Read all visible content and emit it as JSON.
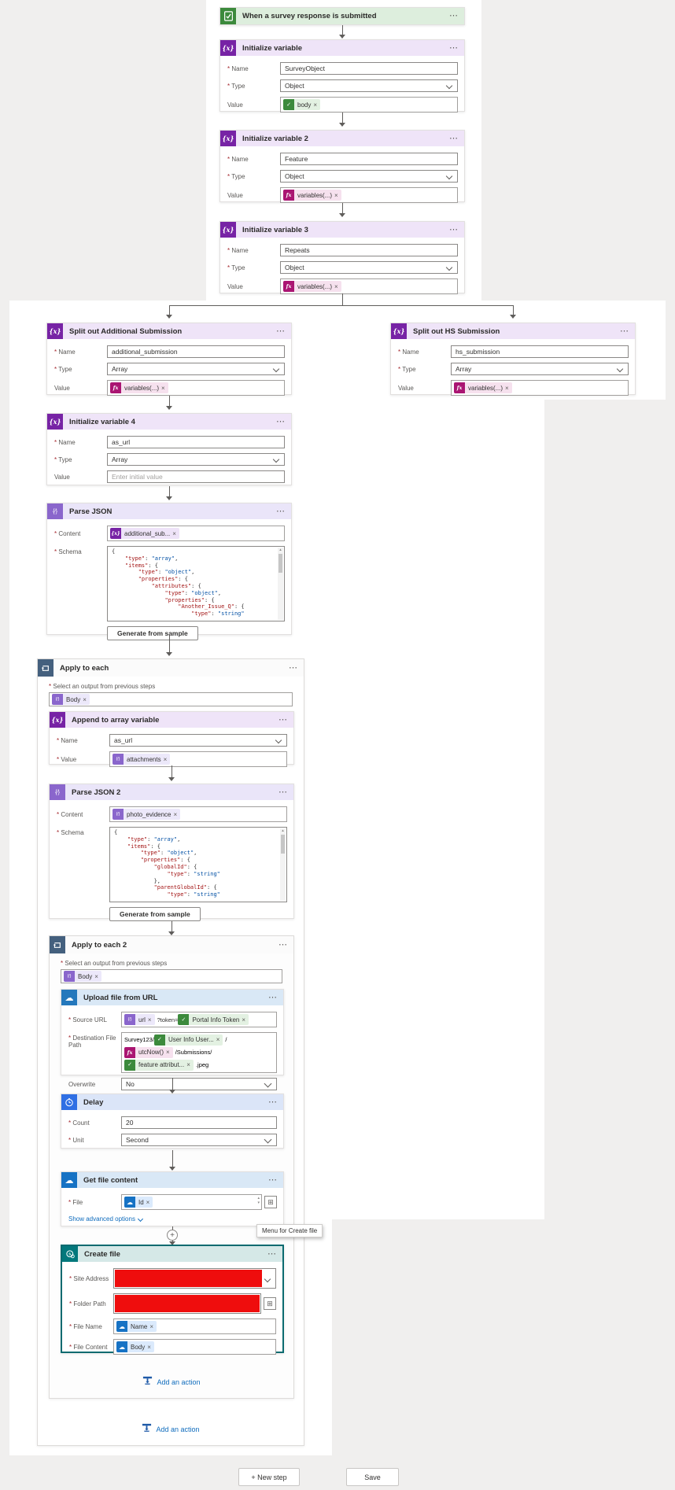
{
  "page": {
    "menu": "⋯",
    "remove": "×",
    "insert_plus": "+",
    "new_step": "+ New step",
    "save": "Save"
  },
  "labels": {
    "name": "Name",
    "type": "Type",
    "value": "Value",
    "content": "Content",
    "schema": "Schema",
    "select_output": "Select an output from previous steps",
    "source_url": "Source URL",
    "dest_path": "Destination File Path",
    "overwrite": "Overwrite",
    "count": "Count",
    "unit": "Unit",
    "file": "File",
    "site_address": "Site Address",
    "folder_path": "Folder Path",
    "file_name": "File Name",
    "file_content": "File Content",
    "show_advanced": "Show advanced options",
    "generate_sample": "Generate from sample",
    "add_action": "Add an action"
  },
  "trigger": {
    "title": "When a survey response is submitted"
  },
  "init1": {
    "title": "Initialize variable",
    "name": "SurveyObject",
    "type": "Object",
    "value": "body"
  },
  "init2": {
    "title": "Initialize variable 2",
    "name": "Feature",
    "type": "Object",
    "value": "variables(...)"
  },
  "init3": {
    "title": "Initialize variable 3",
    "name": "Repeats",
    "type": "Object",
    "value": "variables(...)"
  },
  "split_as": {
    "title": "Split out Additional Submission",
    "name": "additional_submission",
    "type": "Array",
    "value": "variables(...)"
  },
  "split_hs": {
    "title": "Split out HS Submission",
    "name": "hs_submission",
    "type": "Array",
    "value": "variables(...)"
  },
  "init4": {
    "title": "Initialize variable 4",
    "name": "as_url",
    "type": "Array",
    "placeholder": "Enter initial value"
  },
  "parse1": {
    "title": "Parse JSON",
    "content": "additional_sub...",
    "schema": [
      "{",
      "    \"type\": \"array\",",
      "    \"items\": {",
      "        \"type\": \"object\",",
      "        \"properties\": {",
      "            \"attributes\": {",
      "                \"type\": \"object\",",
      "                \"properties\": {",
      "                    \"Another_Issue_Q\": {",
      "                        \"type\": \"string\""
    ]
  },
  "apply1": {
    "title": "Apply to each",
    "output": "Body"
  },
  "append": {
    "title": "Append to array variable",
    "name": "as_url",
    "value": "attachments"
  },
  "parse2": {
    "title": "Parse JSON 2",
    "content": "photo_evidence",
    "schema": [
      "{",
      "    \"type\": \"array\",",
      "    \"items\": {",
      "        \"type\": \"object\",",
      "        \"properties\": {",
      "            \"globalId\": {",
      "                \"type\": \"string\"",
      "            },",
      "            \"parentGlobalId\": {",
      "                \"type\": \"string\""
    ]
  },
  "apply2": {
    "title": "Apply to each 2",
    "output": "Body"
  },
  "upload": {
    "title": "Upload file from URL",
    "src_token1": "url",
    "src_mid": "?token=",
    "src_token2": "Portal Info Token",
    "path_prefix": "Survey123/",
    "path_token1": "User Info User...",
    "path_sep": "/",
    "path_token2": "utcNow()",
    "path_suffix": "/Submissions/",
    "path_token3": "feature attribut...",
    "path_ext": ".jpeg",
    "overwrite": "No"
  },
  "delay": {
    "title": "Delay",
    "count": "20",
    "unit": "Second"
  },
  "getfile": {
    "title": "Get file content",
    "file": "Id"
  },
  "create": {
    "title": "Create file",
    "file_name": "Name",
    "file_content": "Body"
  },
  "tooltip": "Menu for Create file",
  "colors": {
    "variable_purple": "#7723a5",
    "dataop_violet": "#8a66cc",
    "survey_green": "#3c8a3c",
    "fx_magenta": "#aa1572",
    "applyeach_slate": "#44607e",
    "onedrive_blue": "#1672c4",
    "delay_blue": "#2f6fe4",
    "sharepoint_teal": "#03787c",
    "redacted_red": "#ef0d0d",
    "link_blue": "#0f6cbd"
  }
}
